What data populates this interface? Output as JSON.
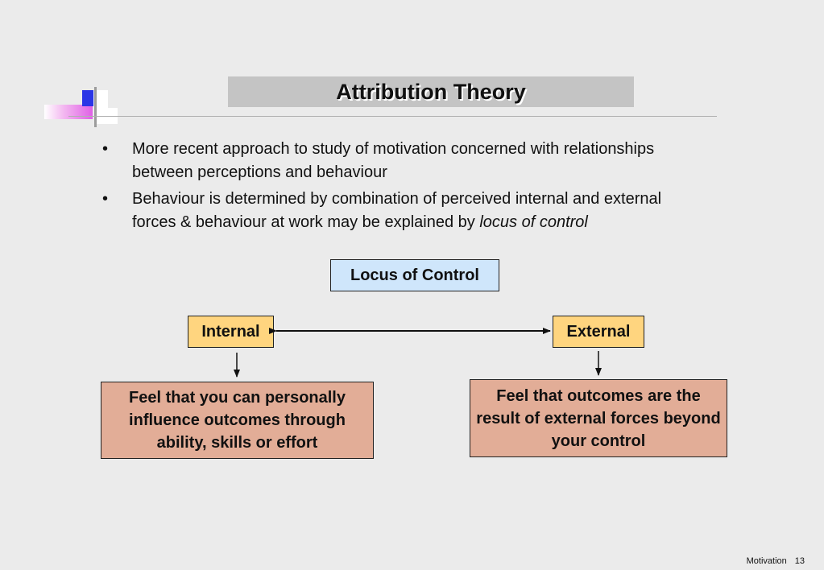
{
  "slide": {
    "title": "Attribution Theory",
    "bullets": [
      {
        "text": "More recent approach to study of motivation concerned with relationships between perceptions and behaviour"
      },
      {
        "text": "Behaviour is determined by combination of perceived internal and external forces & behaviour at work may be explained by ",
        "emphasis": "locus of control"
      }
    ],
    "bullet_glyph": "•"
  },
  "diagram": {
    "root": "Locus of Control",
    "internal": "Internal",
    "external": "External",
    "internal_outcome": "Feel that you can personally influence outcomes through ability, skills or effort",
    "external_outcome": "Feel that outcomes are the result of external forces beyond your control"
  },
  "footer": {
    "label": "Motivation",
    "page": "13"
  },
  "colors": {
    "background": "#ebebeb",
    "root_fill": "#cfe6fb",
    "node_fill": "#ffd57f",
    "outcome_fill": "#e2ad97"
  }
}
